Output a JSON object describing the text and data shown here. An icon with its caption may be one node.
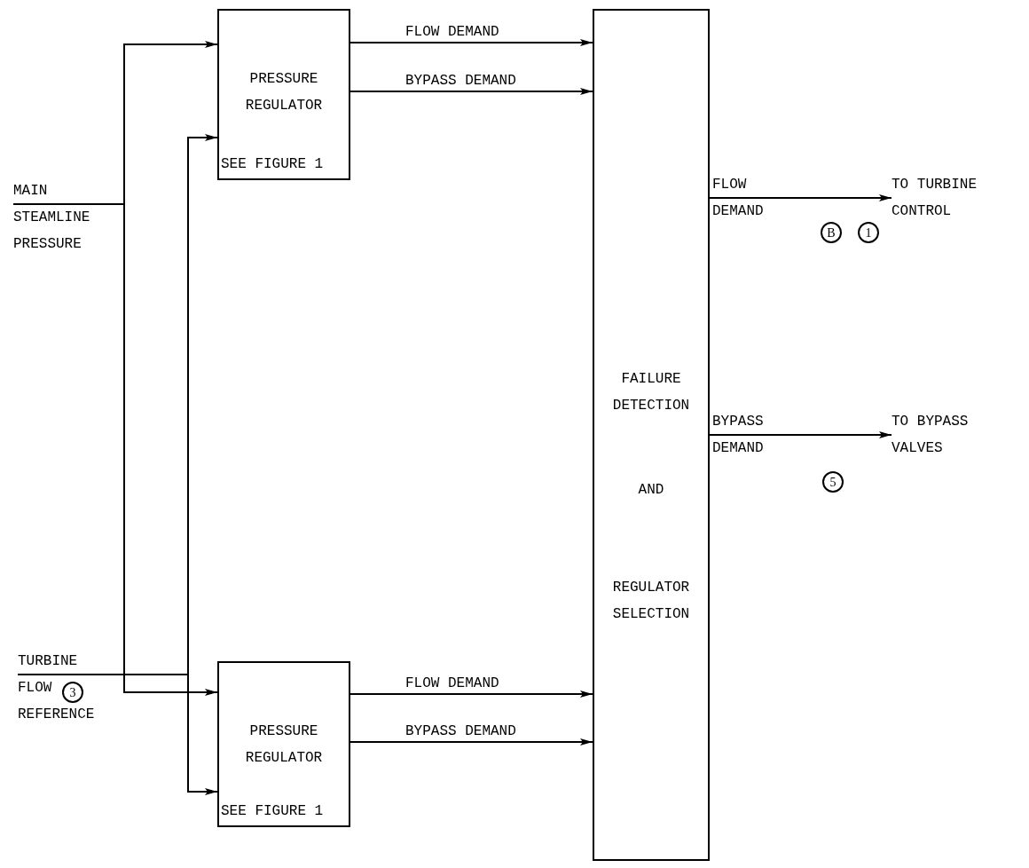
{
  "diagram": {
    "nodes": [
      {
        "text": [
          "MAIN STEAMLINE PRESSURE"
        ]
      },
      {
        "text": [
          "PRESSURE REGULATOR",
          "SEE FIGURE 1"
        ]
      },
      {
        "text": [
          "FAILURE DETECTION",
          "AND",
          "REGULATOR SELECTION"
        ]
      },
      {
        "text": [
          "TURBINE FLOW REFERENCE"
        ]
      },
      {
        "text": [
          "PRESSURE REGULATOR",
          "SEE FIGURE 1"
        ]
      },
      {
        "text": [
          "TO TURBINE CONTROL"
        ]
      },
      {
        "text": [
          "TO BYPASS VALVES"
        ]
      }
    ],
    "edges": [
      {
        "from": 0,
        "to": 1,
        "arrow": "to"
      },
      {
        "from": 0,
        "to": 4,
        "arrow": "to"
      },
      {
        "from": 3,
        "to": 1,
        "arrow": "to"
      },
      {
        "from": 3,
        "to": 4,
        "arrow": "to"
      },
      {
        "from": 1,
        "to": 2,
        "label": "FLOW DEMAND",
        "arrow": "to"
      },
      {
        "from": 1,
        "to": 2,
        "label": "BYPASS DEMAND",
        "arrow": "to"
      },
      {
        "from": 4,
        "to": 2,
        "label": "FLOW DEMAND",
        "arrow": "to"
      },
      {
        "from": 4,
        "to": 2,
        "label": "BYPASS DEMAND",
        "arrow": "to"
      },
      {
        "from": 2,
        "to": 5,
        "label": "FLOW DEMAND",
        "arrow": "to"
      },
      {
        "from": 2,
        "to": 6,
        "label": "BYPASS DEMAND",
        "arrow": "to"
      }
    ],
    "labels": [
      "B",
      "1",
      "5",
      "3"
    ]
  }
}
